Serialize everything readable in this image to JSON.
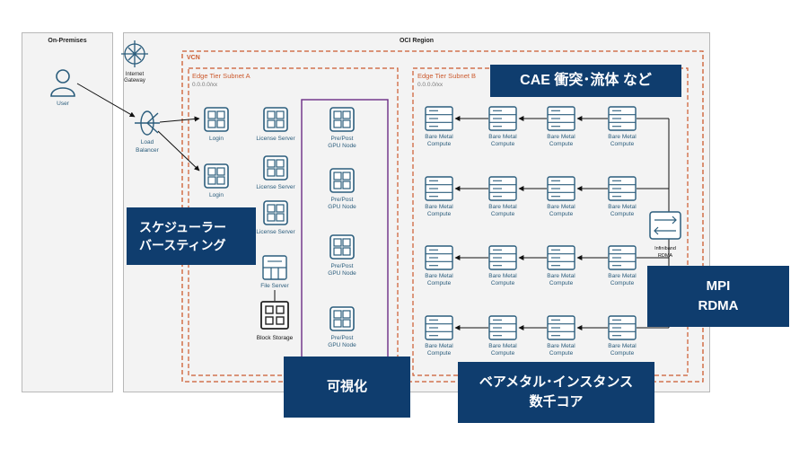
{
  "regions": {
    "on_premises": "On-Premises",
    "oci_region": "OCI Region",
    "vcn": "VCN",
    "subnet_a": "Edge Tier Subnet A",
    "subnet_a_cidr": "0.0.0.0/xx",
    "subnet_b": "Edge Tier Subnet B",
    "subnet_b_cidr": "0.0.0.0/xx"
  },
  "nodes": {
    "user": "User",
    "internet_gateway": [
      "Internet",
      "Gateway"
    ],
    "load_balancer": [
      "Load",
      "Balancer"
    ],
    "login": "Login",
    "license_server": "License Server",
    "file_server": "File Server",
    "block_storage": "Block Storage",
    "gpu_node": [
      "Pre/Post",
      "GPU Node"
    ],
    "bare_metal": [
      "Bare Metal",
      "Compute"
    ],
    "infiniband": [
      "Infiniband",
      "RDMA"
    ]
  },
  "callouts": {
    "cae": "CAE 衝突･流体 など",
    "scheduler": [
      "スケジューラー",
      "バースティング"
    ],
    "mpi": [
      "MPI",
      "RDMA"
    ],
    "visualization": "可視化",
    "baremetal": [
      "ベアメタル･インスタンス",
      "数千コア"
    ]
  },
  "colors": {
    "icon": "#2b5d7c",
    "vcn_border": "#cc5a2e",
    "gpu_border": "#6b2c85",
    "callout_bg": "#0f3d6e",
    "panel_bg": "#f3f3f3"
  }
}
